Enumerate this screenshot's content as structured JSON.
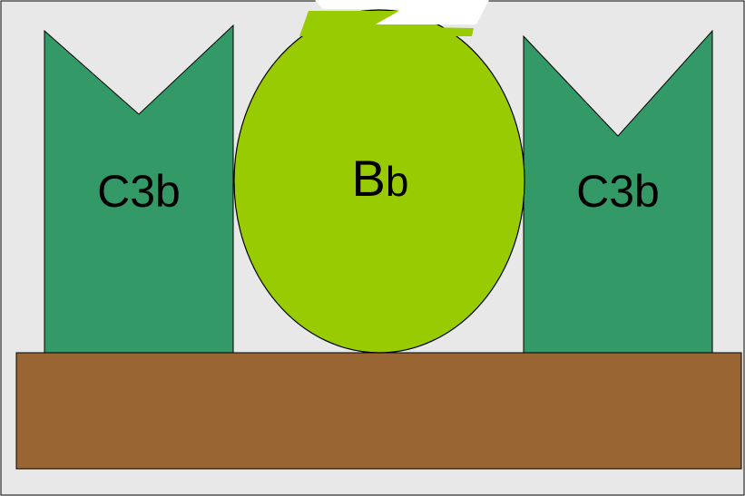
{
  "labels": {
    "left_fragment": "C3b",
    "center_fragment_main": "B",
    "center_fragment_sub": "b",
    "right_fragment": "C3b"
  },
  "colors": {
    "panel_background": "#e8e8e8",
    "panel_border": "#000000",
    "c3b_fill": "#339966",
    "bb_fill": "#99cc00",
    "surface_fill": "#996633",
    "outline": "#000000"
  }
}
